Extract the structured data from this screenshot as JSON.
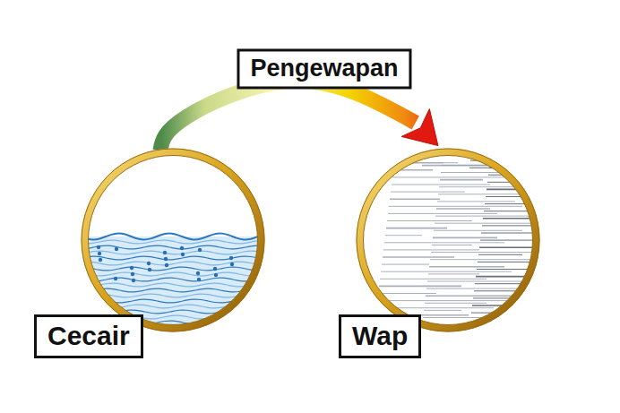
{
  "diagram": {
    "nodes": [
      {
        "text": [
          "Cecair"
        ]
      },
      {
        "text": [
          "Wap"
        ]
      }
    ],
    "edges": [
      {
        "from": 0,
        "to": 1,
        "label": "Pengewapan",
        "arrow": "to"
      }
    ]
  }
}
